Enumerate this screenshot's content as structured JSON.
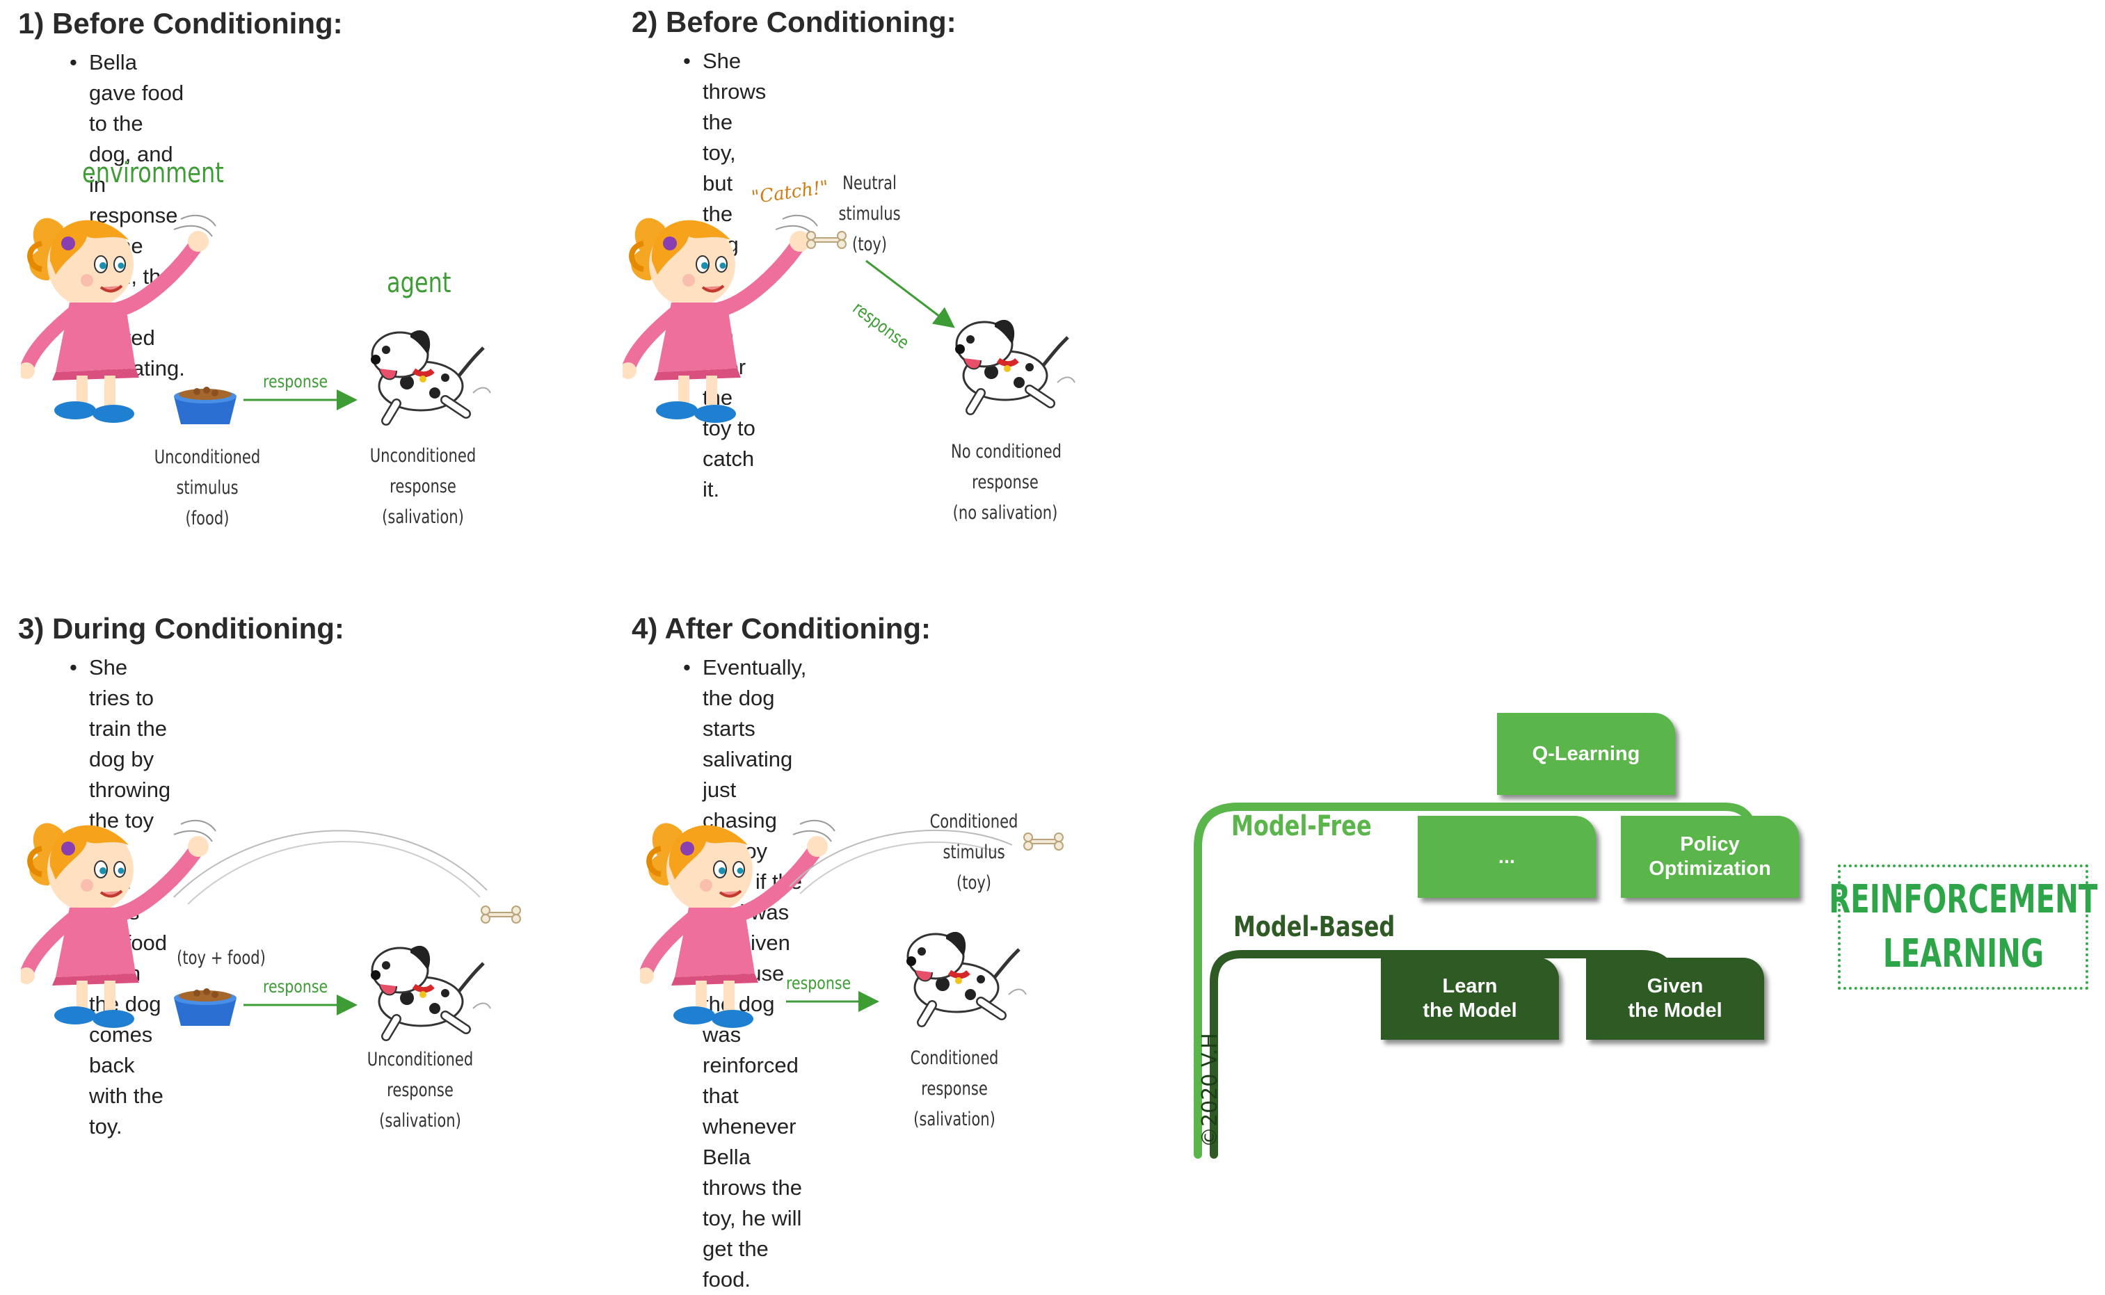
{
  "panels": [
    {
      "title": "1) Before Conditioning:",
      "text_lines": [
        "Bella gave food to the dog, and",
        "in response to the food, the dog",
        "started salivating."
      ],
      "environment_label": "environment",
      "agent_label": "agent",
      "response_label": "response",
      "left_caption": [
        "Unconditioned",
        "stimulus",
        "(food)"
      ],
      "right_caption": [
        "Unconditioned",
        "response",
        "(salivation)"
      ]
    },
    {
      "title": "2) Before Conditioning:",
      "text_lines": [
        "She throws the toy, but the",
        "dog did not run after the toy to",
        "catch it."
      ],
      "catch_label": "\"Catch!\"",
      "stimulus_caption": [
        "Neutral",
        "stimulus",
        "(toy)"
      ],
      "response_label": "response",
      "right_caption": [
        "No conditioned",
        "response",
        "(no salivation)"
      ]
    },
    {
      "title": "3) During Conditioning:",
      "text_lines": [
        "She tries to train the dog by throwing",
        "the toy and then gives the food when",
        "the dog comes back with the toy."
      ],
      "pair_label": "(toy + food)",
      "response_label": "response",
      "right_caption": [
        "Unconditioned",
        "response",
        "(salivation)"
      ]
    },
    {
      "title": "4) After Conditioning:",
      "text_lines": [
        "Eventually, the dog starts salivating just chasing",
        "the toy even if the food was not given because",
        "the dog was reinforced that whenever Bella",
        "throws the toy, he will get the food."
      ],
      "stimulus_caption": [
        "Conditioned",
        "stimulus",
        "(toy)"
      ],
      "response_label": "response",
      "right_caption": [
        "Conditioned",
        "response",
        "(salivation)"
      ]
    }
  ],
  "tree": {
    "model_free_label": "Model-Free",
    "model_based_label": "Model-Based",
    "boxes": {
      "q_learning": "Q-Learning",
      "ellipsis": "...",
      "policy_optimization": [
        "Policy",
        "Optimization"
      ],
      "learn_the_model": [
        "Learn",
        "the Model"
      ],
      "given_the_model": [
        "Given",
        "the Model"
      ]
    },
    "copyright": "©2020 V.H",
    "colors": {
      "light_green": "#5ab64a",
      "dark_green": "#2e5a24"
    }
  },
  "badge": {
    "lines": [
      "REINFORCEMENT",
      "LEARNING"
    ],
    "color": "#2fa54a"
  }
}
